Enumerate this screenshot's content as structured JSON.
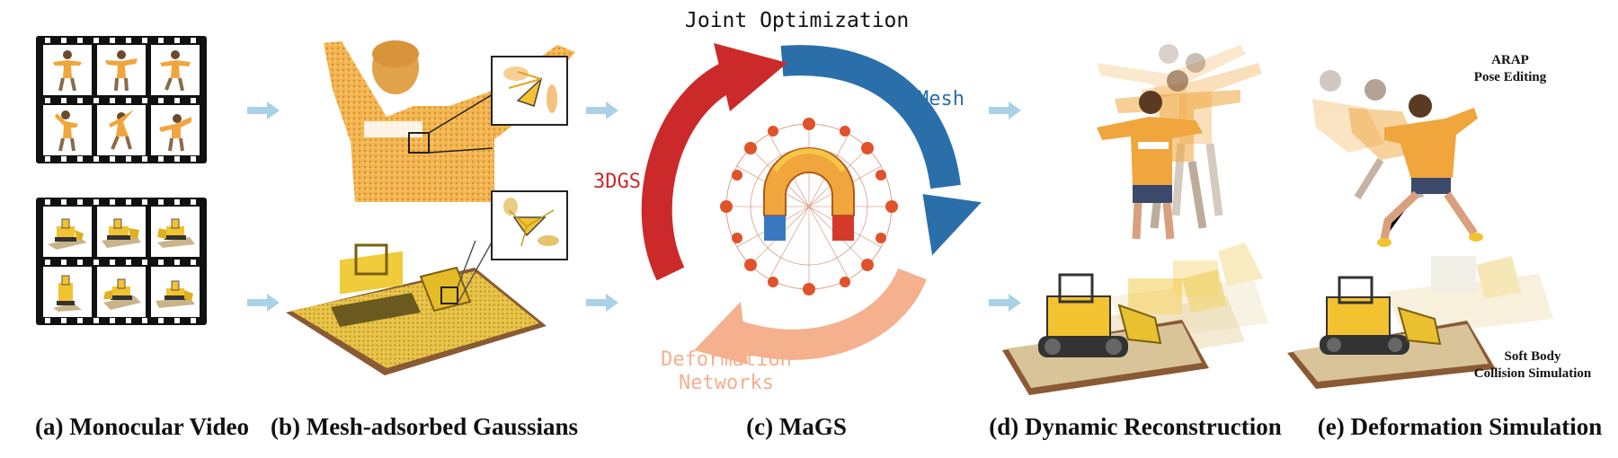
{
  "captions": {
    "a": "(a) Monocular Video",
    "b": "(b) Mesh-adsorbed Gaussians",
    "c": "(c) MaGS",
    "d": "(d) Dynamic Reconstruction",
    "e": "(e) Deformation Simulation"
  },
  "cycle": {
    "title": "Joint Optimization",
    "mesh": "Mesh",
    "gs": "3DGS",
    "deform_line1": "Deformation",
    "deform_line2": "Networks"
  },
  "simulation": {
    "arap_line1": "ARAP",
    "arap_line2": "Pose Editing",
    "soft_line1": "Soft Body",
    "soft_line2": "Collision Simulation"
  },
  "colors": {
    "mesh_blue": "#2a6faa",
    "gs_red": "#cc2a2a",
    "deform_peach": "#f5b08e",
    "flow_arrow": "#a9d2e6",
    "figure_orange": "#f0a63c",
    "figure_yellow": "#f2c230"
  }
}
